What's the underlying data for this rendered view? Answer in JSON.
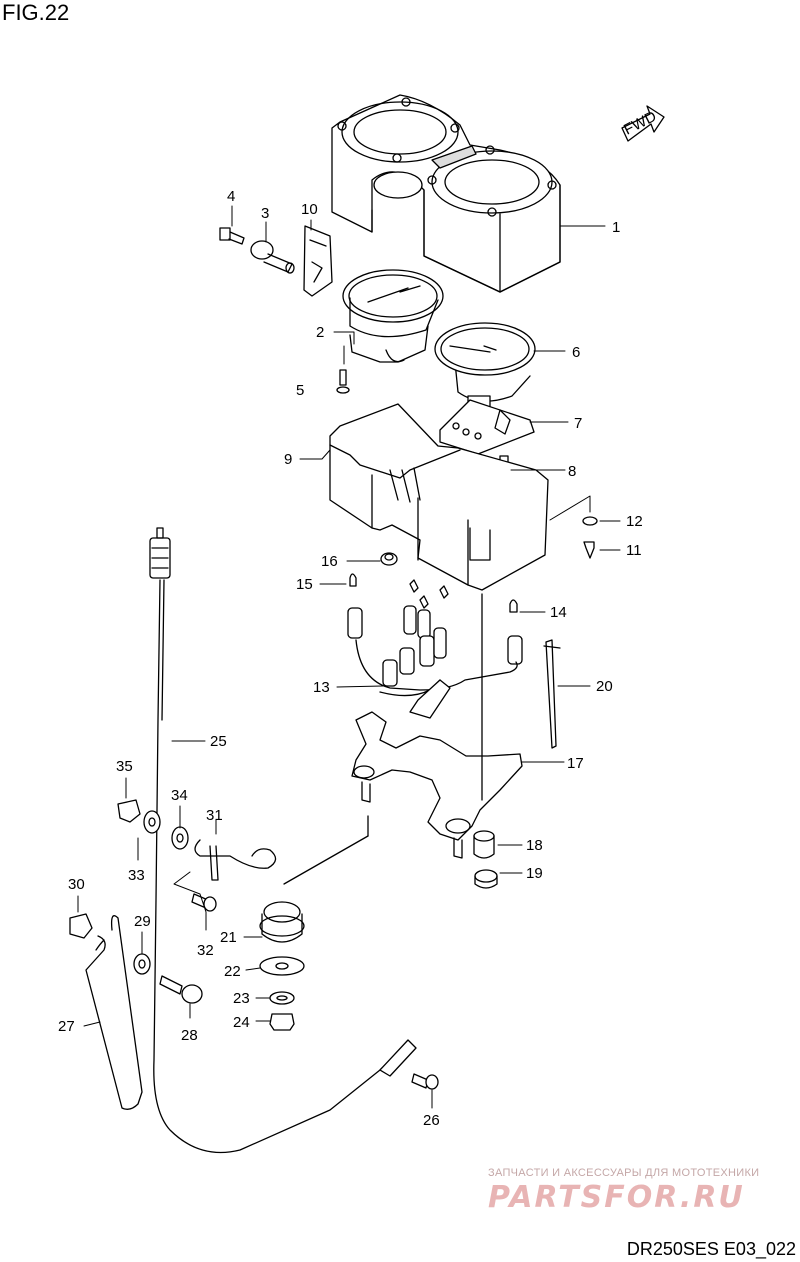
{
  "figure": {
    "title": "FIG.22",
    "code": "DR250SES E03_022"
  },
  "fwd_label": "FWD",
  "watermark": {
    "tagline": "ЗАПЧАСТИ И АКСЕССУАРЫ ДЛЯ МОТОТЕХНИКИ",
    "brand": "PARTSFOR.RU"
  },
  "callouts": {
    "p1": "1",
    "p2": "2",
    "p3": "3",
    "p4": "4",
    "p5": "5",
    "p6": "6",
    "p7": "7",
    "p8": "8",
    "p9": "9",
    "p10": "10",
    "p11": "11",
    "p12": "12",
    "p13": "13",
    "p14": "14",
    "p15": "15",
    "p16": "16",
    "p17": "17",
    "p18": "18",
    "p19": "19",
    "p20": "20",
    "p21": "21",
    "p22": "22",
    "p23": "23",
    "p24": "24",
    "p25": "25",
    "p26": "26",
    "p27": "27",
    "p28": "28",
    "p29": "29",
    "p30": "30",
    "p31": "31",
    "p32": "32",
    "p33": "33",
    "p34": "34",
    "p35": "35"
  }
}
